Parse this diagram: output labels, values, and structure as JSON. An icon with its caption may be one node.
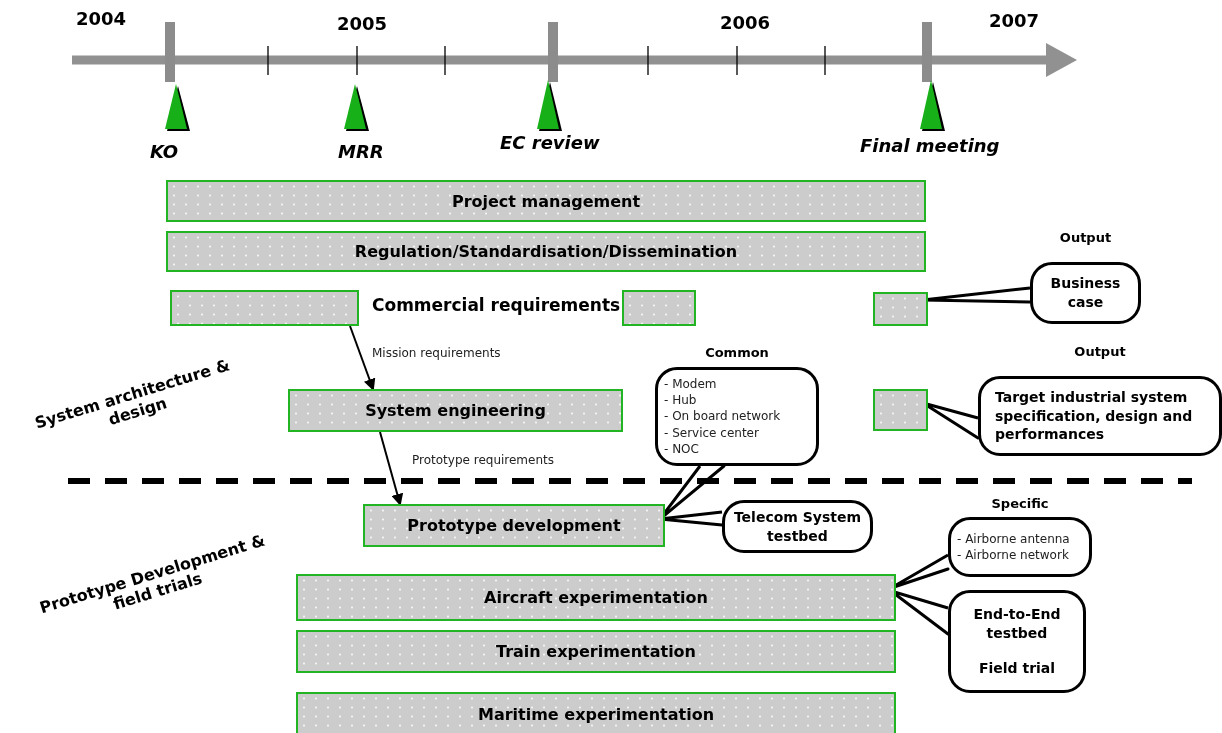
{
  "diagram": {
    "nodes": [
      {
        "text": [
          "Project management"
        ]
      },
      {
        "text": [
          "Regulation/Standardisation/Dissemination"
        ]
      },
      {
        "text": [],
        "shape": "bar"
      },
      {
        "text": [],
        "shape": "bar"
      },
      {
        "text": [],
        "shape": "bar"
      },
      {
        "text": [
          "Output",
          "Business case"
        ]
      },
      {
        "text": [
          "System engineering"
        ]
      },
      {
        "text": [],
        "shape": "bar"
      },
      {
        "text": [
          "Output",
          "Target industrial system specification, design and performances"
        ]
      },
      {
        "text": [
          "Common",
          "- Modem",
          "- Hub",
          "- On board network",
          "- Service center",
          "- NOC"
        ]
      },
      {
        "text": [
          "Prototype development"
        ]
      },
      {
        "text": [
          "Telecom System testbed"
        ]
      },
      {
        "text": [
          "Aircraft experimentation"
        ]
      },
      {
        "text": [
          "Specific",
          "- Airborne antenna",
          "- Airborne network"
        ]
      },
      {
        "text": [
          "End-to-End testbed",
          "Field trial"
        ]
      },
      {
        "text": [
          "Train experimentation"
        ]
      },
      {
        "text": [
          "Maritime experimentation"
        ]
      }
    ],
    "edges": [
      {
        "from": 2,
        "to": 6,
        "arrow": "to",
        "label": "Mission requirements"
      },
      {
        "from": 6,
        "to": 10,
        "arrow": "to",
        "label": "Prototype requirements"
      },
      {
        "from": 5,
        "to": 4,
        "arrow": "none"
      },
      {
        "from": 8,
        "to": 7,
        "arrow": "none"
      },
      {
        "from": 9,
        "to": 10,
        "arrow": "none"
      },
      {
        "from": 11,
        "to": 10,
        "arrow": "none"
      },
      {
        "from": 13,
        "to": 12,
        "arrow": "none"
      },
      {
        "from": 14,
        "to": 12,
        "arrow": "none"
      }
    ],
    "labels": [
      "2004",
      "2005",
      "2006",
      "2007",
      "KO",
      "MRR",
      "EC review",
      "Final meeting",
      "Commercial requirements",
      "System architecture & design",
      "Prototype Development & field trials"
    ]
  }
}
